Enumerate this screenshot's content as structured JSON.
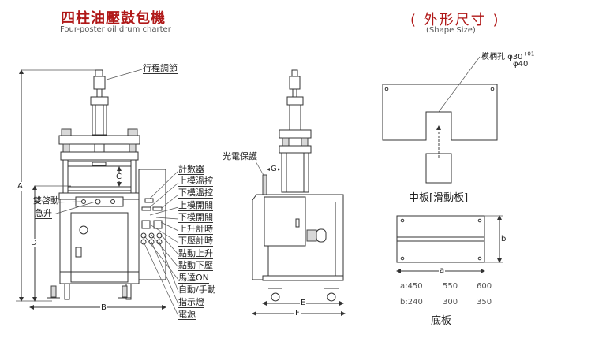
{
  "title": {
    "zh": "四柱油壓鼓包機",
    "en": "Four-poster oil drum charter"
  },
  "shape_title": {
    "zh": "( 外形尺寸 )",
    "en": "(Shape Size)"
  },
  "front_view": {
    "stroke_label": "行程調節",
    "left_labels": [
      "雙啓動",
      "急升"
    ],
    "dims": {
      "a": "A",
      "b": "B",
      "c": "C",
      "d": "D"
    },
    "control_labels": [
      "計數器",
      "上模溫控",
      "下模溫控",
      "上模開關",
      "下模開關",
      "上升計時",
      "下壓計時",
      "點動上升",
      "點動下壓",
      "馬達ON",
      "自動/手動",
      "指示燈",
      "電源"
    ]
  },
  "side_view": {
    "photo_label": "光電保護",
    "dims": {
      "e": "E",
      "f": "F",
      "g": "G"
    }
  },
  "middle_plate": {
    "hole_label": "模柄孔",
    "hole_d1": "φ30",
    "hole_tol": "+01",
    "hole_d2": "φ40",
    "caption": "中板[滑動板]"
  },
  "base_plate": {
    "dim_a": "a",
    "dim_b": "b",
    "rows": [
      {
        "label": "a:",
        "values": [
          "450",
          "550",
          "600"
        ]
      },
      {
        "label": "b:",
        "values": [
          "240",
          "300",
          "350"
        ]
      }
    ],
    "caption": "底板"
  },
  "colors": {
    "title_red": "#b01818",
    "line": "#333333"
  }
}
